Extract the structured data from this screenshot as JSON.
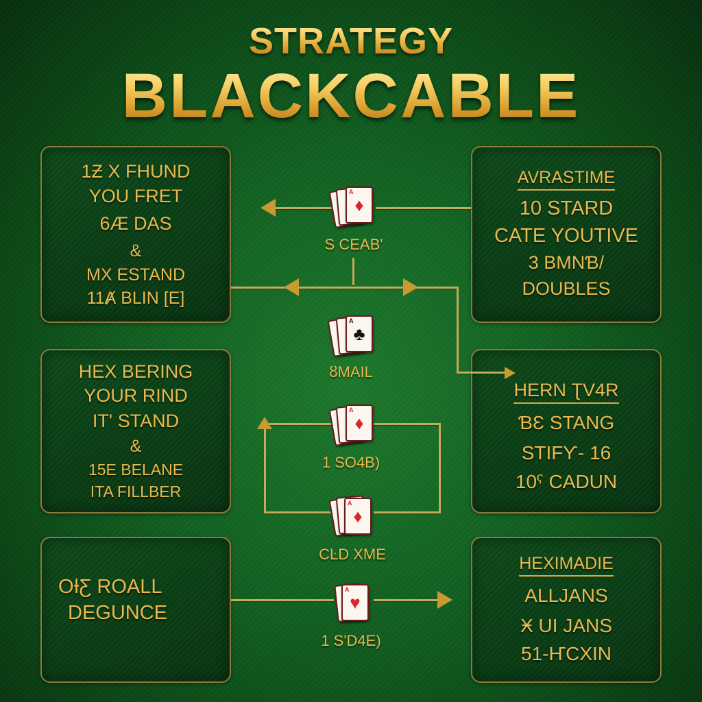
{
  "title": {
    "top": "STRATEGY",
    "main": "BLACKCABLE"
  },
  "panels": {
    "top_left": {
      "lines": [
        "1Ƶ X FHUND",
        "YOU FRET",
        "6Æ DAS",
        "&",
        "MX ESTAND",
        "11Ⱥ BLIN [E]"
      ]
    },
    "top_right": {
      "heading": "AVRASTIME",
      "lines": [
        "10 STARD",
        "CATE YOUTIVE",
        "3 BMNƁ/",
        "DOUBLES"
      ]
    },
    "mid_left": {
      "lines": [
        "HEX BERING",
        "YOUR RIND",
        "IT' STAND",
        "&",
        "15E BELANE",
        "ITA FILLBER"
      ]
    },
    "mid_right": {
      "heading": "HERN ƮV4R",
      "lines": [
        "ƁƐ STANG",
        "STIFƳ- 16",
        "10ˁ CADUN"
      ]
    },
    "bot_left": {
      "lines": [
        "OƗƸ ROALL",
        "DEGUNCE"
      ]
    },
    "bot_right": {
      "heading": "HEXIMADIE",
      "lines": [
        "ALLJANS",
        "Ӿ UI JANS",
        "51-ҤCXIN"
      ]
    }
  },
  "center": {
    "labels": {
      "top": "S CEAB'",
      "mid": "ȣMAIL",
      "loop": "1 SO4B)",
      "lower": "CĿD XME",
      "bottom": "1 S'D4E)"
    },
    "cards": {
      "top": {
        "suit": "♦",
        "rank": "A"
      },
      "mid": {
        "suit": "♣",
        "rank": "A"
      },
      "loop_top": {
        "suit": "♦",
        "rank": "A"
      },
      "loop_bottom": {
        "suit": "♦",
        "rank": "A"
      },
      "bottom": {
        "suit": "♥",
        "rank": "A"
      }
    }
  },
  "colors": {
    "felt": "#136323",
    "panel": "#0a3d15",
    "gold": "#e9b94f",
    "border": "#8d7a3a",
    "connector": "#c9a95a",
    "suit_red": "#d8262a",
    "suit_black": "#111111"
  }
}
